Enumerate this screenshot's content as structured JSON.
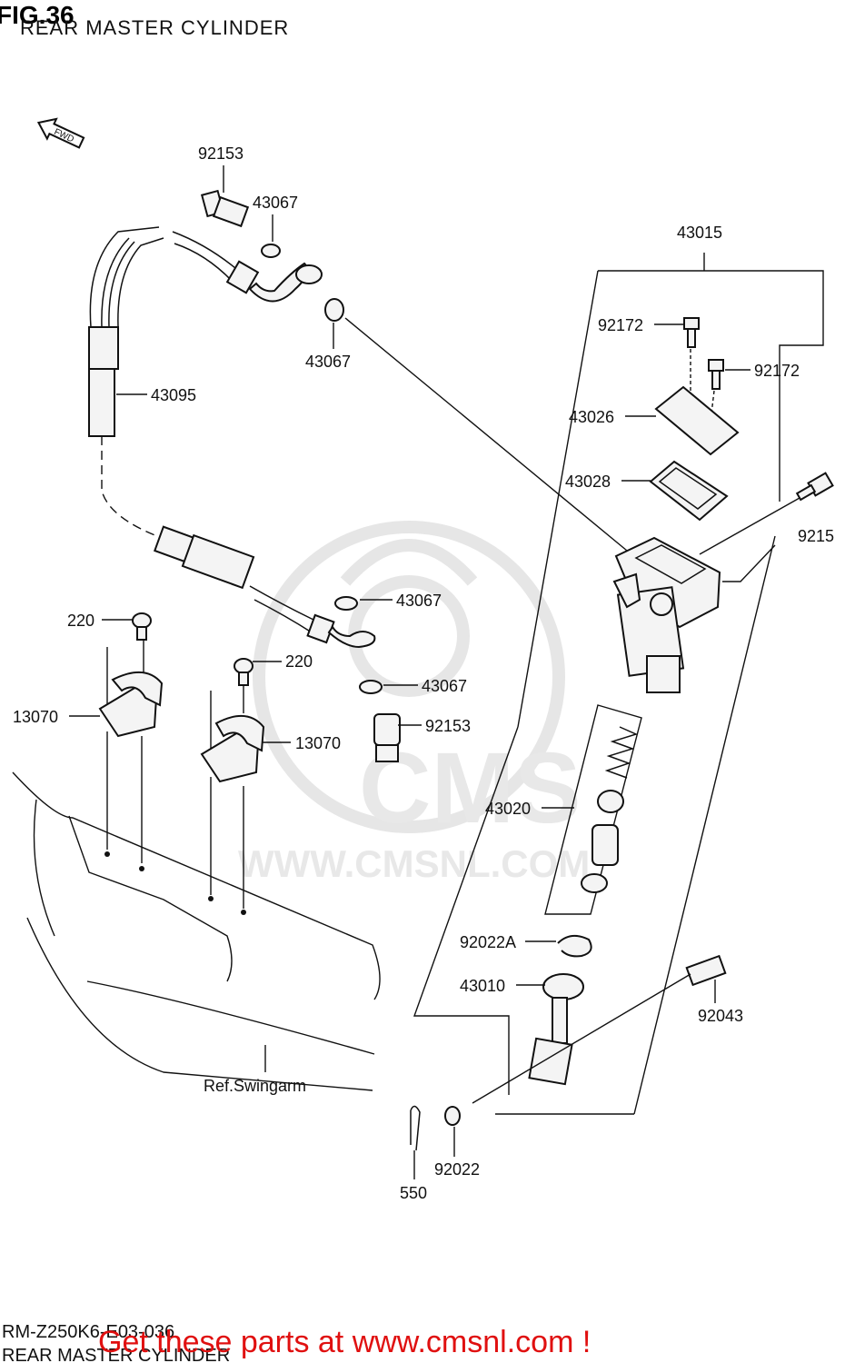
{
  "header": {
    "fig_label": "FIG.36",
    "title": "REAR MASTER CYLINDER",
    "fwd": "FWD"
  },
  "watermark": {
    "brand": "CMS",
    "url": "WWW.CMSNL.COM"
  },
  "parts": [
    {
      "id": "92153-top",
      "label": "92153"
    },
    {
      "id": "43067-a",
      "label": "43067"
    },
    {
      "id": "43067-b",
      "label": "43067"
    },
    {
      "id": "43095",
      "label": "43095"
    },
    {
      "id": "43015",
      "label": "43015"
    },
    {
      "id": "92172-a",
      "label": "92172"
    },
    {
      "id": "92172-b",
      "label": "92172"
    },
    {
      "id": "43026",
      "label": "43026"
    },
    {
      "id": "43028",
      "label": "43028"
    },
    {
      "id": "9215",
      "label": "9215"
    },
    {
      "id": "43067-c",
      "label": "43067"
    },
    {
      "id": "220-a",
      "label": "220"
    },
    {
      "id": "220-b",
      "label": "220"
    },
    {
      "id": "43067-d",
      "label": "43067"
    },
    {
      "id": "13070-a",
      "label": "13070"
    },
    {
      "id": "92153-bot",
      "label": "92153"
    },
    {
      "id": "13070-b",
      "label": "13070"
    },
    {
      "id": "43020",
      "label": "43020"
    },
    {
      "id": "92022A",
      "label": "92022A"
    },
    {
      "id": "43010",
      "label": "43010"
    },
    {
      "id": "92043",
      "label": "92043"
    },
    {
      "id": "ref-swingarm",
      "label": "Ref.Swingarm"
    },
    {
      "id": "92022",
      "label": "92022"
    },
    {
      "id": "550",
      "label": "550"
    }
  ],
  "footer": {
    "code": "RM-Z250K6-E03-036",
    "caption": "REAR MASTER CYLINDER",
    "promo": "Get these parts at www.cmsnl.com !"
  }
}
